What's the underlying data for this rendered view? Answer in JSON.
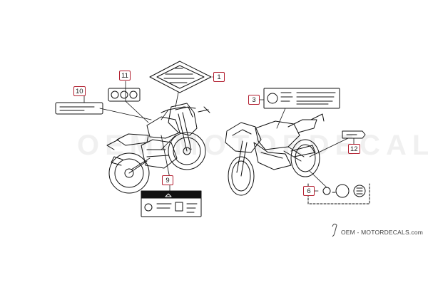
{
  "callouts": [
    {
      "id": "c1",
      "label": "1"
    },
    {
      "id": "c3",
      "label": "3"
    },
    {
      "id": "c6",
      "label": "6"
    },
    {
      "id": "c9",
      "label": "9"
    },
    {
      "id": "c10",
      "label": "10"
    },
    {
      "id": "c11",
      "label": "11"
    },
    {
      "id": "c12",
      "label": "12"
    }
  ],
  "watermark": {
    "text": "OEM - MOTORDECALS.com",
    "background_text": "OEM-MOTORDECALS"
  },
  "colors": {
    "callout_border": "#b21e2f",
    "line": "#111111",
    "watermark": "#cccccc"
  }
}
